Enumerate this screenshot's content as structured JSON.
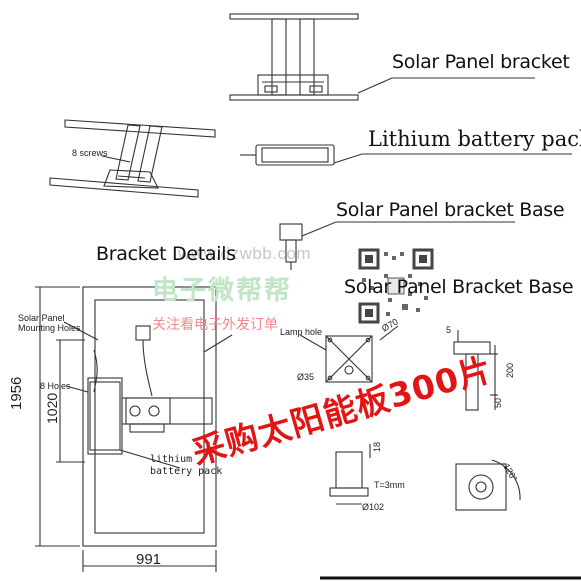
{
  "labels": {
    "solar_panel_bracket": "Solar Panel bracket",
    "lithium_battery_pack": "Lithium battery pack",
    "bracket_base_top": "Solar Panel bracket Base",
    "bracket_details": "Bracket Details",
    "bracket_base_right": "Solar Panel Bracket Base",
    "screws": "8 screws",
    "mounting_holes_l1": "Solar Panel",
    "mounting_holes_l2": "Mounting Holes",
    "holes_8": "8 Holes",
    "battery_l1": "lithium",
    "battery_l2": "battery pack",
    "lamp_hole": "Lamp hole"
  },
  "dimensions": {
    "height_total": "1956",
    "height_inner": "1020",
    "width": "991",
    "phi35": "Ø35",
    "phi70": "Ø70",
    "phi102": "Ø102",
    "dim_5": "5",
    "dim_200": "200",
    "dim_50": "50",
    "dim_18": "18",
    "t3": "T=3mm",
    "angle_120": "120°"
  },
  "watermark": {
    "url": "www.dzwbb.com",
    "cn_brand": "电子微帮帮",
    "cn_sub": "关注看电子外发订单"
  },
  "stamp": {
    "text": "采购太阳能板300片"
  },
  "colors": {
    "ink": "#222222",
    "stamp": "#e31414",
    "watermark_green": "#bfe5c4"
  }
}
